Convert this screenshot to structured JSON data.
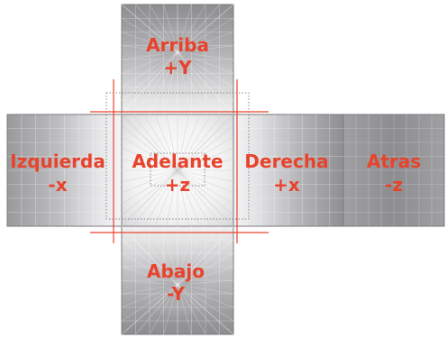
{
  "colors": {
    "label": "#e8432c",
    "guide_line": "#e8432c",
    "face_dark": "#8f8f91",
    "face_mid": "#b7b7b9",
    "face_light": "#e4e4e6",
    "grid_line": "#ffffff"
  },
  "faces": {
    "top": {
      "name": "Arriba",
      "axis": "+Y"
    },
    "left": {
      "name": "Izquierda",
      "axis": "-x"
    },
    "front": {
      "name": "Adelante",
      "axis": "+z"
    },
    "right": {
      "name": "Derecha",
      "axis": "+x"
    },
    "back": {
      "name": "Atras",
      "axis": "-z"
    },
    "bottom": {
      "name": "Abajo",
      "axis": "-Y"
    }
  }
}
